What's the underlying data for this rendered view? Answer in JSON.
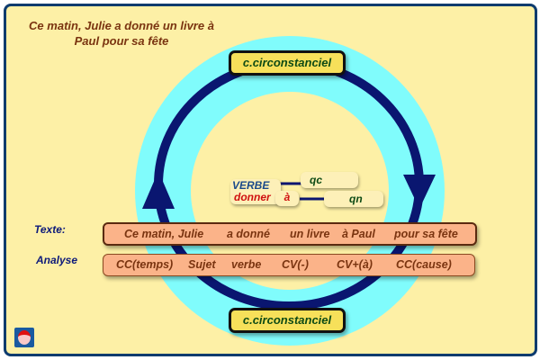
{
  "title": "Ce matin, Julie a donné un livre à Paul pour sa fête",
  "top_box": "c.circonstanciel",
  "bottom_box": "c.circonstanciel",
  "verb": {
    "verbe": "VERBE",
    "donner": "donner",
    "a": "à",
    "qc": "qc",
    "qn": "qn"
  },
  "texte_label": "Texte:",
  "analyse_label": "Analyse",
  "texte": [
    "Ce matin, Julie",
    "a donné",
    "un livre",
    "à Paul",
    "pour sa fête"
  ],
  "analyse": [
    "CC(temps)",
    "Sujet",
    "verbe",
    "CV(-)",
    "CV+(à)",
    "CC(cause)"
  ],
  "colors": {
    "ring": "#80fcfc",
    "arrow": "#0a1670",
    "bg": "#fdf0a6"
  }
}
